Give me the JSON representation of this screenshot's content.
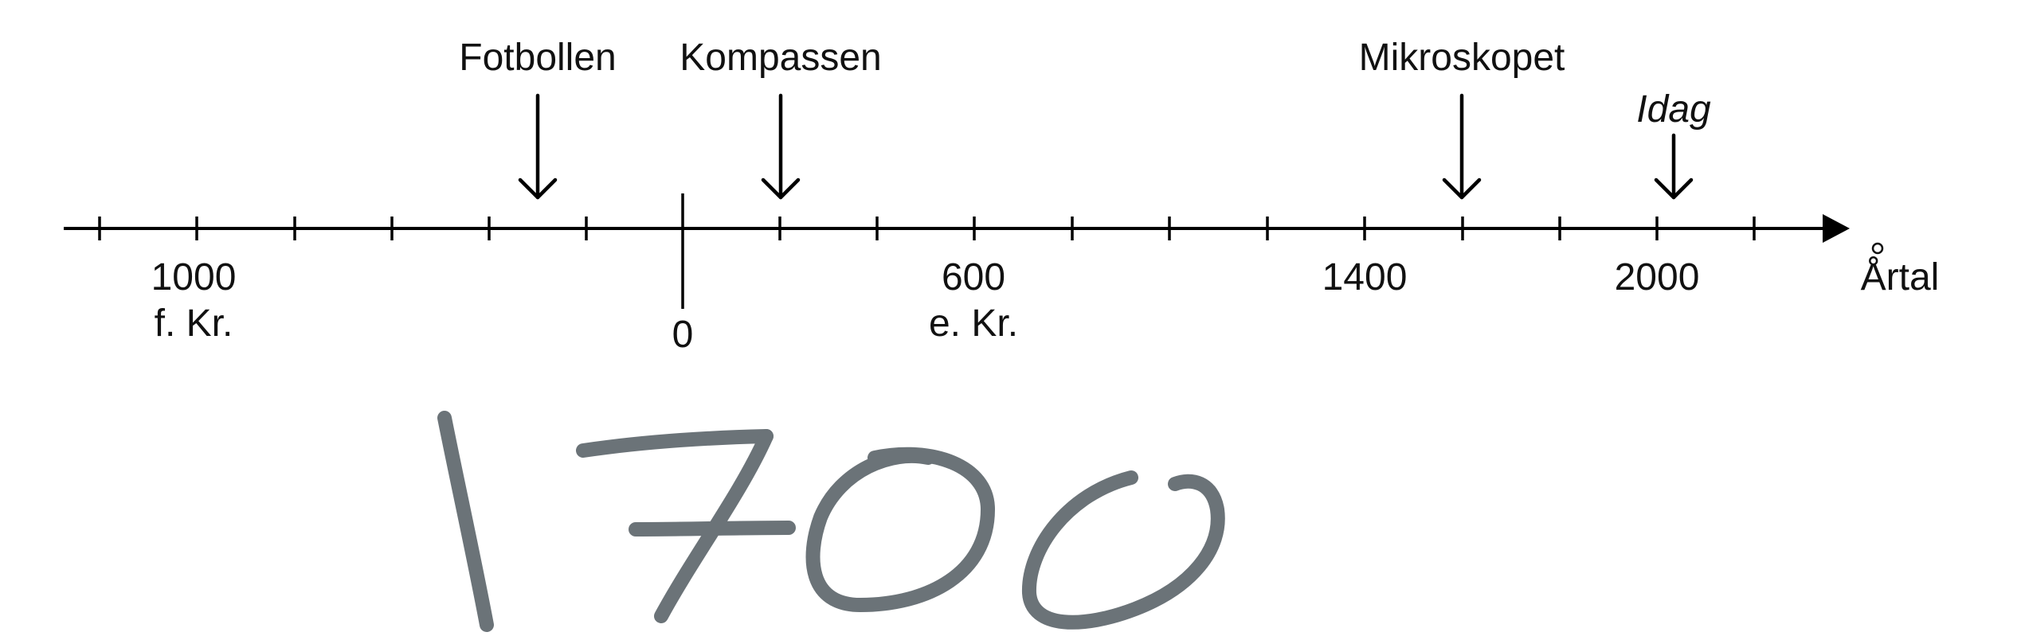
{
  "timeline": {
    "axis_label": "Årtal",
    "tick_labels": [
      {
        "line1": "1000",
        "line2": "f. Kr."
      },
      {
        "line1": "0",
        "line2": ""
      },
      {
        "line1": "600",
        "line2": "e. Kr."
      },
      {
        "line1": "1400",
        "line2": ""
      },
      {
        "line1": "2000",
        "line2": ""
      }
    ],
    "events": [
      {
        "label": "Fotbollen",
        "italic": false
      },
      {
        "label": "Kompassen",
        "italic": false
      },
      {
        "label": "Mikroskopet",
        "italic": false
      },
      {
        "label": "Idag",
        "italic": true
      }
    ]
  },
  "handwritten_answer": "1700",
  "colors": {
    "axis": "#000000",
    "handwriting": "#6b7378"
  }
}
